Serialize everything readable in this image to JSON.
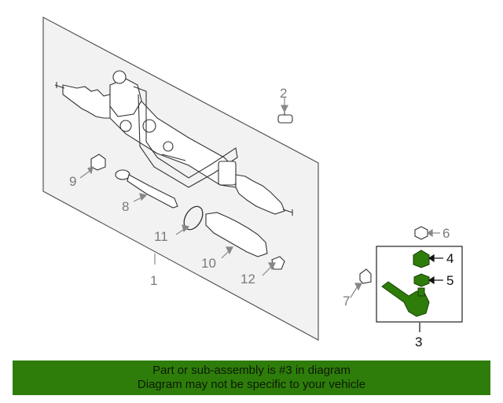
{
  "callouts": {
    "c1": "1",
    "c2": "2",
    "c3": "3",
    "c4": "4",
    "c5": "5",
    "c6": "6",
    "c7": "7",
    "c8": "8",
    "c9": "9",
    "c10": "10",
    "c11": "11",
    "c12": "12"
  },
  "banner": {
    "line1": "Part or sub-assembly is #3 in diagram",
    "line2": "Diagram may not be specific to your vehicle"
  },
  "colors": {
    "highlight_part": "#2e7d0a",
    "banner_bg": "#2e7d0a",
    "panel_fill": "#f2f2f2",
    "line": "#555555",
    "label_gray": "#7a7a7a"
  }
}
